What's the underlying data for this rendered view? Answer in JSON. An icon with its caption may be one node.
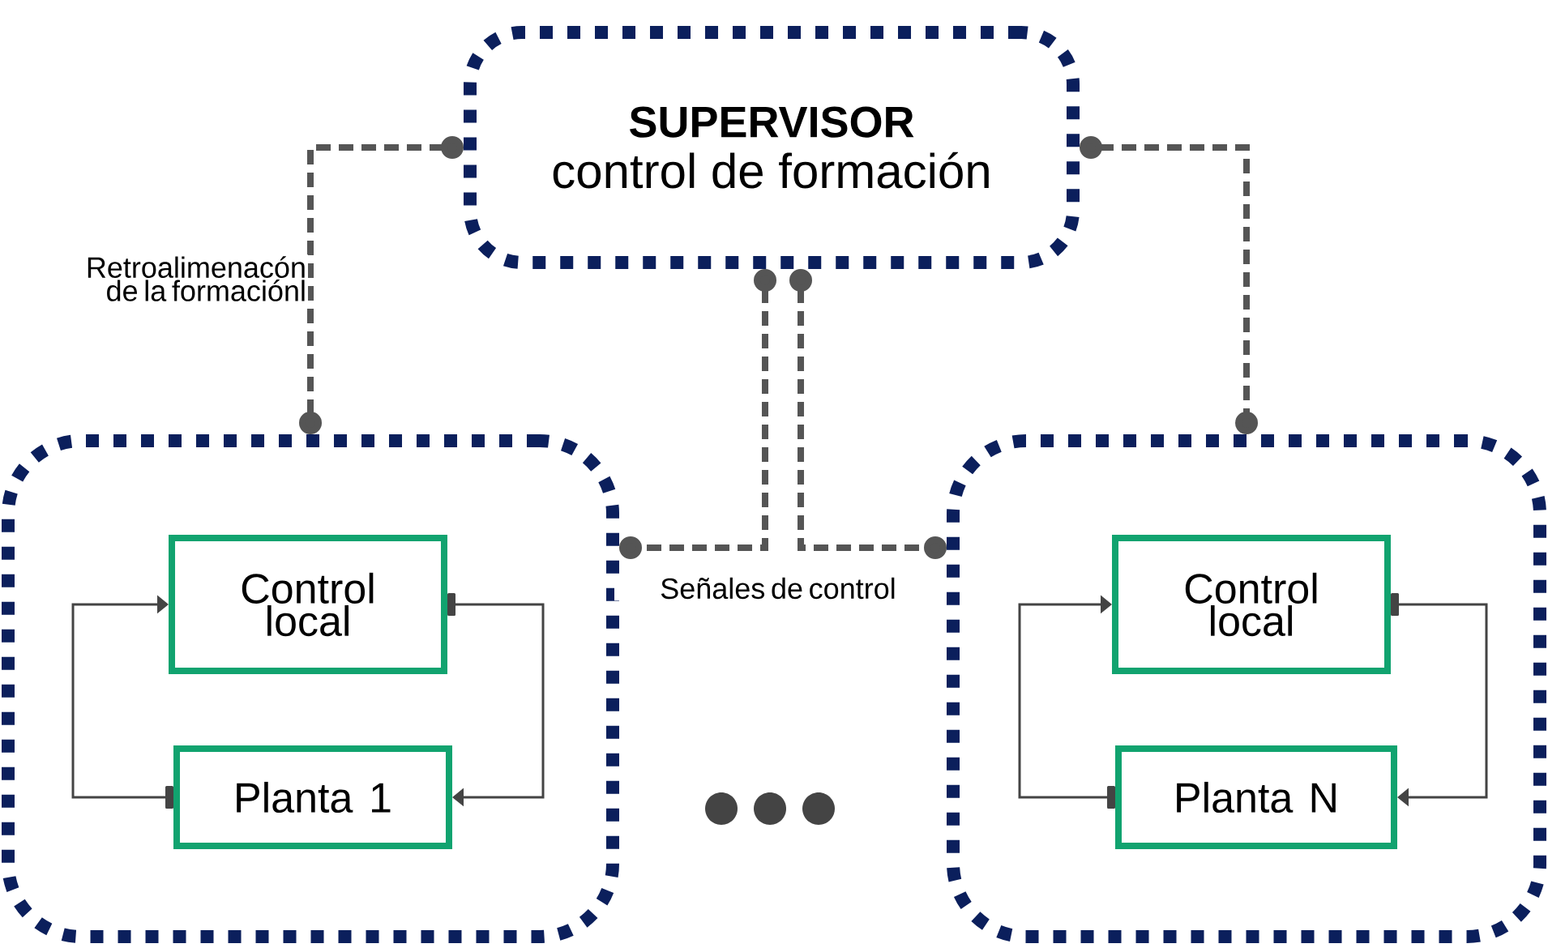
{
  "diagram": {
    "nodes": [
      {
        "text": [
          "SUPERVISOR",
          "control de formación"
        ]
      },
      {
        "text": [],
        "shape": "box"
      },
      {
        "text": [
          "Control local"
        ],
        "in": 1
      },
      {
        "text": [
          "Planta 1"
        ],
        "in": 1
      },
      {
        "text": [],
        "shape": "box"
      },
      {
        "text": [
          "Control local"
        ],
        "in": 4
      },
      {
        "text": [
          "Planta N"
        ],
        "in": 4
      }
    ],
    "edges": [
      {
        "from": 0,
        "to": 1,
        "arrow": "other",
        "style": "dashed",
        "label": "Retroalimenacón de la formaciónl"
      },
      {
        "from": 0,
        "to": 4,
        "arrow": "other",
        "style": "dashed"
      },
      {
        "from": 0,
        "to": 1,
        "arrow": "other",
        "style": "dashed",
        "label": "Señales de control"
      },
      {
        "from": 0,
        "to": 4,
        "arrow": "other",
        "style": "dashed"
      },
      {
        "from": 2,
        "to": 3,
        "arrow": "to"
      },
      {
        "from": 3,
        "to": 2,
        "arrow": "to"
      },
      {
        "from": 5,
        "to": 6,
        "arrow": "to"
      },
      {
        "from": 6,
        "to": 5,
        "arrow": "to"
      }
    ]
  }
}
